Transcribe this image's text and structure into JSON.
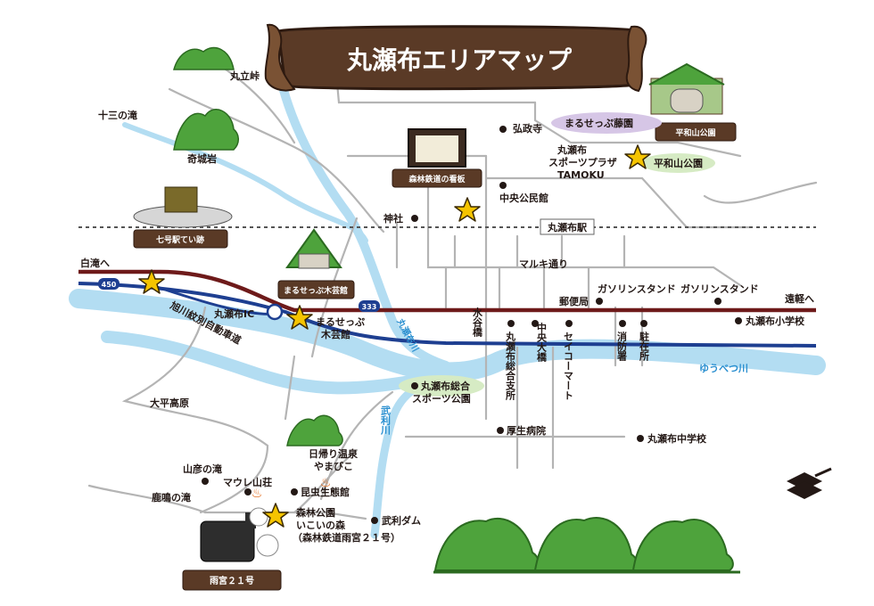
{
  "title": "丸瀬布エリアマップ",
  "colors": {
    "river": "#b3ddf2",
    "road": "#b4b4b4",
    "highway": "#1e3f91",
    "rail": "#6e1a1a",
    "wood": "#5a3a26",
    "star": "#f5c400",
    "green_bubble": "#d6ebc4",
    "purple_bubble": "#d6c6e6",
    "mountain": "#4ea33c"
  },
  "plaques": {
    "sogen": "森林鉄道の看板",
    "heiwa": "平和山公園",
    "nanagou": "七号駅てい跡",
    "mokugei": "まるせっぷ木芸館",
    "amamiya": "雨宮２１号"
  },
  "places": {
    "marutachi": "丸立峠",
    "jusan": "十三の滝",
    "kijou": "奇城岩",
    "kouseiji": "弘政寺",
    "fujien": "まるせっぷ藤園",
    "sports_plaza_1": "丸瀬布",
    "sports_plaza_2": "スポーツプラザ",
    "sports_plaza_3": "TAMOKU",
    "heiwa_park": "平和山公園",
    "chuo_kominkan": "中央公民館",
    "jinja": "神社",
    "station": "丸瀬布駅",
    "marukidori": "マルキ通り",
    "shirataki": "白滝へ",
    "engaru": "遠軽へ",
    "ic": "丸瀬布IC",
    "expressway": "旭川紋別自動車道",
    "mokugeikan_1": "まるせっぷ",
    "mokugeikan_2": "木芸館",
    "gas1": "ガソリンスタンド",
    "gas2": "ガソリンスタンド",
    "post": "郵便局",
    "elementary": "丸瀬布小学校",
    "mizutani": "水谷橋",
    "shisho": "丸瀬布総合支所",
    "chuo_ohashi": "中央大橋",
    "seicomart": "セイコーマート",
    "fire": "消防署",
    "police": "駐在所",
    "yubetsu": "ゆうべつ川",
    "maruseppu_river": "丸瀬布川",
    "sports_park_1": "丸瀬布総合",
    "sports_park_2": "スポーツ公園",
    "taiheikogen": "大平高原",
    "muri_river": "武利川",
    "hospital": "厚生病院",
    "junior_high": "丸瀬布中学校",
    "onsen_1": "日帰り温泉",
    "onsen_2": "やまびこ",
    "yamahiko_falls": "山彦の滝",
    "maure": "マウレ山荘",
    "konchu": "昆虫生態館",
    "kanaru": "鹿鳴の滝",
    "forest_1": "森林公園",
    "forest_2": "いこいの森",
    "forest_3": "（森林鉄道雨宮２１号）",
    "muri_dam": "武利ダム"
  },
  "route_shields": {
    "r450": "450",
    "r333": "333"
  }
}
